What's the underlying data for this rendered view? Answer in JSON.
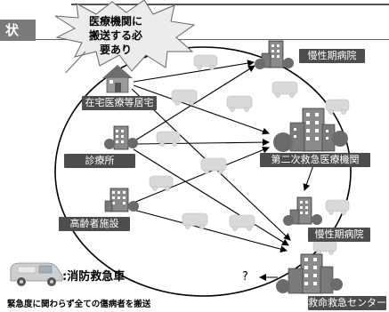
{
  "header": {
    "tab_label": "状"
  },
  "callout": {
    "lines": [
      "医療機関に",
      "搬送する必",
      "要あり"
    ]
  },
  "nodes": {
    "home_care": "在宅医療等居宅",
    "clinic": "診療所",
    "elderly_facility": "高齢者施設",
    "chronic_hospital_top": "慢性期病院",
    "secondary_emergency": "第二次救急医療機関",
    "chronic_hospital_mid": "慢性期病院",
    "emergency_center": "救命救急センター"
  },
  "legend": {
    "ambulance_label": ":消防救急車"
  },
  "note": "緊急度に関わらず全ての傷病者を搬送",
  "unknown_marker": "?"
}
